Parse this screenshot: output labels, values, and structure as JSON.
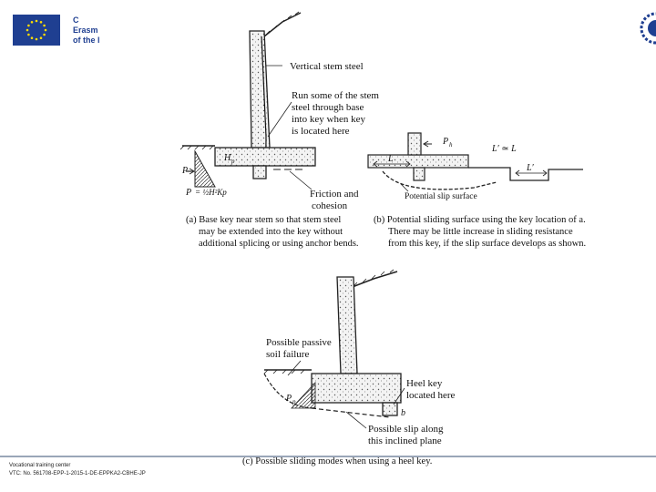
{
  "header": {
    "logo_line1": "C",
    "logo_line2": "Erasm",
    "logo_line3": "of the l"
  },
  "figure_a": {
    "label_stem": "Vertical stem steel",
    "label_run_1": "Run some of the stem",
    "label_run_2": "steel through base",
    "label_run_3": "into key when key",
    "label_run_4": "is located here",
    "label_hp": "H",
    "label_hp_sub": "p",
    "label_p": "P",
    "label_pp_formula": "P",
    "label_pp_rest": "= ½H²Kp",
    "label_friction_1": "Friction and",
    "label_friction_2": "cohesion",
    "caption_1": "(a) Base key near stem so that stem steel",
    "caption_2": "may be extended into the key without",
    "caption_3": "additional splicing or using anchor bends."
  },
  "figure_b": {
    "label_ph": "P",
    "label_ph_sub": "h",
    "label_L": "L",
    "label_Lprime_eq": "L′ ≃ L",
    "label_Lprime": "L′",
    "label_slip": "Potential slip surface",
    "caption_1": "(b) Potential sliding surface using the key location of a.",
    "caption_2": "There may be little increase in sliding resistance",
    "caption_3": "from this key, if the slip surface develops as shown."
  },
  "figure_c": {
    "label_passive_1": "Possible passive",
    "label_passive_2": "soil failure",
    "label_pp": "P",
    "label_pp_sub": "p",
    "label_heel_1": "Heel key",
    "label_heel_2": "located here",
    "label_b": "b",
    "label_slip_1": "Possible slip along",
    "label_slip_2": "this inclined plane",
    "caption": "(c) Possible sliding modes when using a heel key."
  },
  "footer": {
    "line1": "Vocational training center",
    "line2": "VTC: No. 561708-EPP-1-2015-1-DE-EPPKA2-CBHE-JP"
  }
}
